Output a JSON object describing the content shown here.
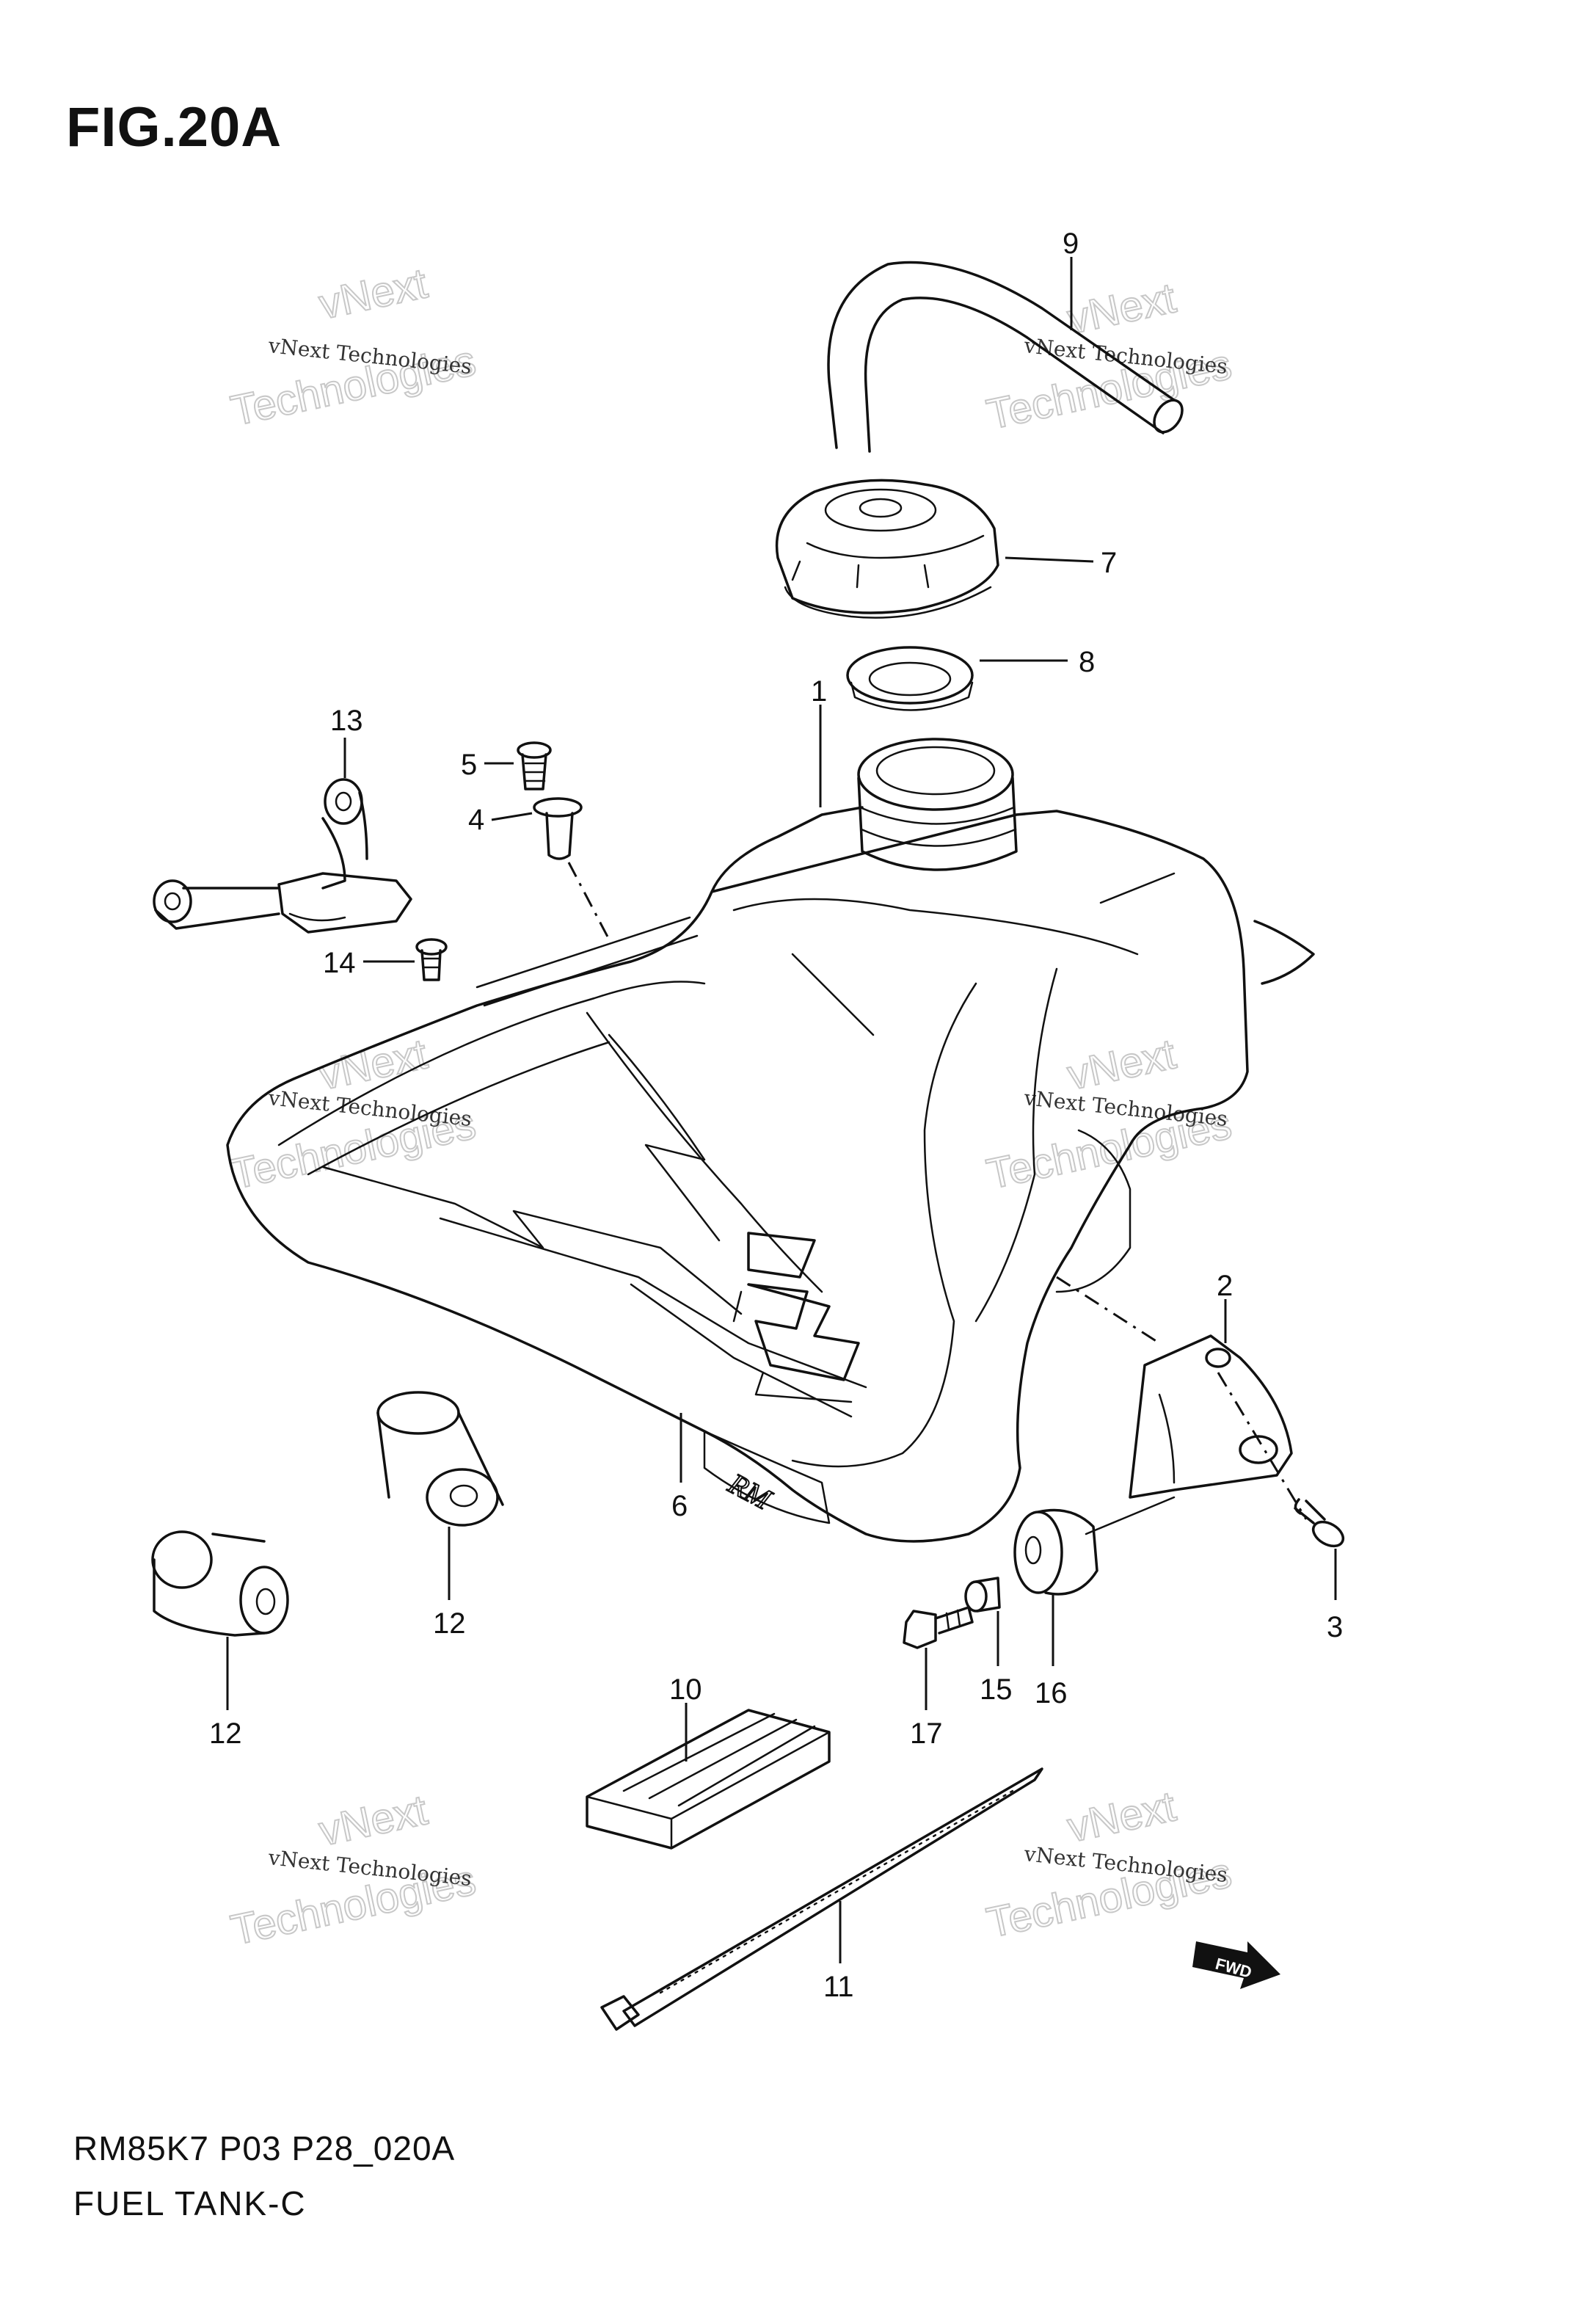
{
  "figure": {
    "title": "FIG.20A",
    "code": "RM85K7 P03 P28_020A",
    "name": "FUEL TANK-C"
  },
  "callouts": [
    "1",
    "2",
    "3",
    "4",
    "5",
    "6",
    "7",
    "8",
    "9",
    "10",
    "11",
    "12",
    "12",
    "13",
    "14",
    "15",
    "16",
    "17"
  ],
  "watermark": {
    "line1": "vNext Technologies",
    "line2": "vNext",
    "line3": "Technologies"
  },
  "fwd_label": "FWD"
}
